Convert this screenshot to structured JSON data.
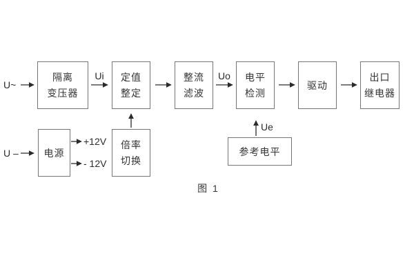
{
  "diagram": {
    "caption": "图 1",
    "labels": {
      "u_ac": "U~",
      "u_dc": "U –",
      "ui": "Ui",
      "uo": "Uo",
      "ue": "Ue",
      "plus_12v": "+12V",
      "minus_12v": "- 12V"
    },
    "boxes": {
      "isolation": {
        "line1": "隔离",
        "line2": "变压器"
      },
      "setting": {
        "line1": "定值",
        "line2": "整定"
      },
      "rectifier": {
        "line1": "整流",
        "line2": "滤波"
      },
      "level": {
        "line1": "电平",
        "line2": "检测"
      },
      "drive": {
        "line1": "驱动"
      },
      "output": {
        "line1": "出口",
        "line2": "继电器"
      },
      "power": {
        "line1": "电源"
      },
      "multiplier": {
        "line1": "倍率",
        "line2": "切换"
      },
      "reference": {
        "line1": "参考电平"
      }
    },
    "colors": {
      "background": "#ffffff",
      "box_border": "#757575",
      "connector": "#2b2b2b",
      "text": "#333333"
    }
  }
}
